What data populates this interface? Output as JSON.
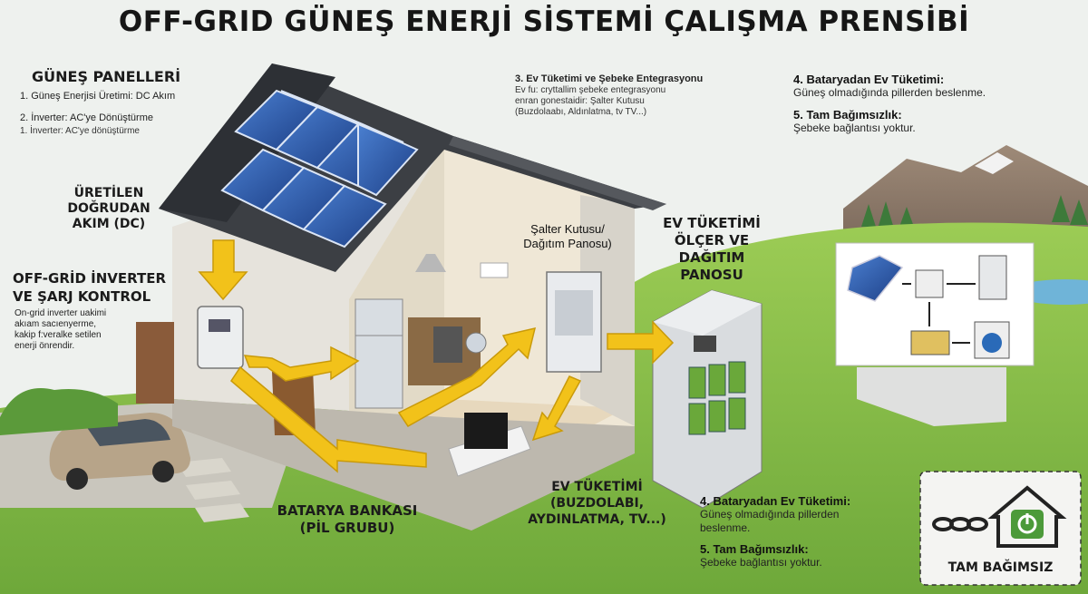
{
  "title": "OFF-GRID GÜNEŞ ENERJİ SİSTEMİ ÇALIŞMA PRENSİBİ",
  "left_labels": {
    "panels_heading": "GÜNEŞ PANELLERİ",
    "panels_step1": "1. Güneş Enerjisi Üretimi: DC Akım",
    "panels_step2": "2. İnverter: AC'ye Dönüştürme",
    "panels_step2_dup": "1. İnverter: AC'ye dönüştürme",
    "dc_line1": "ÜRETİLEN",
    "dc_line2": "DOĞRUDAN",
    "dc_line3": "AKIM (DC)",
    "inverter_line1": "OFF-GRİD İNVERTER",
    "inverter_line2": "VE ŞARJ KONTROL",
    "inverter_desc1": "On-grid inverter uakimi",
    "inverter_desc2": "akıam sacıenyerme,",
    "inverter_desc3": "kakip f:veralke setilen",
    "inverter_desc4": "enerji önrendir."
  },
  "top_center": {
    "heading": "3. Ev Tüketimi ve Şebeke Entegrasyonu",
    "line1": "Ev fu: cryttallim şebeke  entegrasyonu",
    "line2": "enran gonestaidir: Şalter Kutusu",
    "line3": "(Buzdolaabı, Aldınlatma, tv TV...)"
  },
  "top_right": {
    "step4_heading": "4. Bataryadan Ev Tüketimi:",
    "step4_body": "Güneş olmadığında pillerden beslenme.",
    "step5_heading": "5. Tam Bağımsızlık:",
    "step5_body": "Şebeke bağlantısı yoktur."
  },
  "house_labels": {
    "switch_box_line1": "Şalter Kutusu/",
    "switch_box_line2": "Dağıtım Panosu)",
    "meter_line1": "EV TÜKETİMİ",
    "meter_line2": "ÖLÇER VE",
    "meter_line3": "DAĞITIM PANOSU",
    "battery_line1": "BATARYA BANKASI",
    "battery_line2": "(PİL GRUBU)",
    "consumption_line1": "EV TÜKETİMİ",
    "consumption_line2": "(BUZDOLABI,",
    "consumption_line3": "AYDINLATMA, TV...)"
  },
  "bottom_right": {
    "step4_heading": "4. Bataryadan Ev Tüketimi:",
    "step4_body1": "Güneş olmadığında pillerden",
    "step4_body2": "beslenme.",
    "step5_heading": "5. Tam Bağımsızlık:",
    "step5_body": "Şebeke bağlantısı yoktur."
  },
  "badge": {
    "label": "TAM BAĞIMSIZ",
    "icon": "broken-chain-house-power-icon"
  },
  "colors": {
    "arrow": "#f2c21a",
    "sky": "#eef1ee",
    "grass": "#8cc24a",
    "roof": "#3c3f44",
    "panel": "#2a5aa8"
  }
}
